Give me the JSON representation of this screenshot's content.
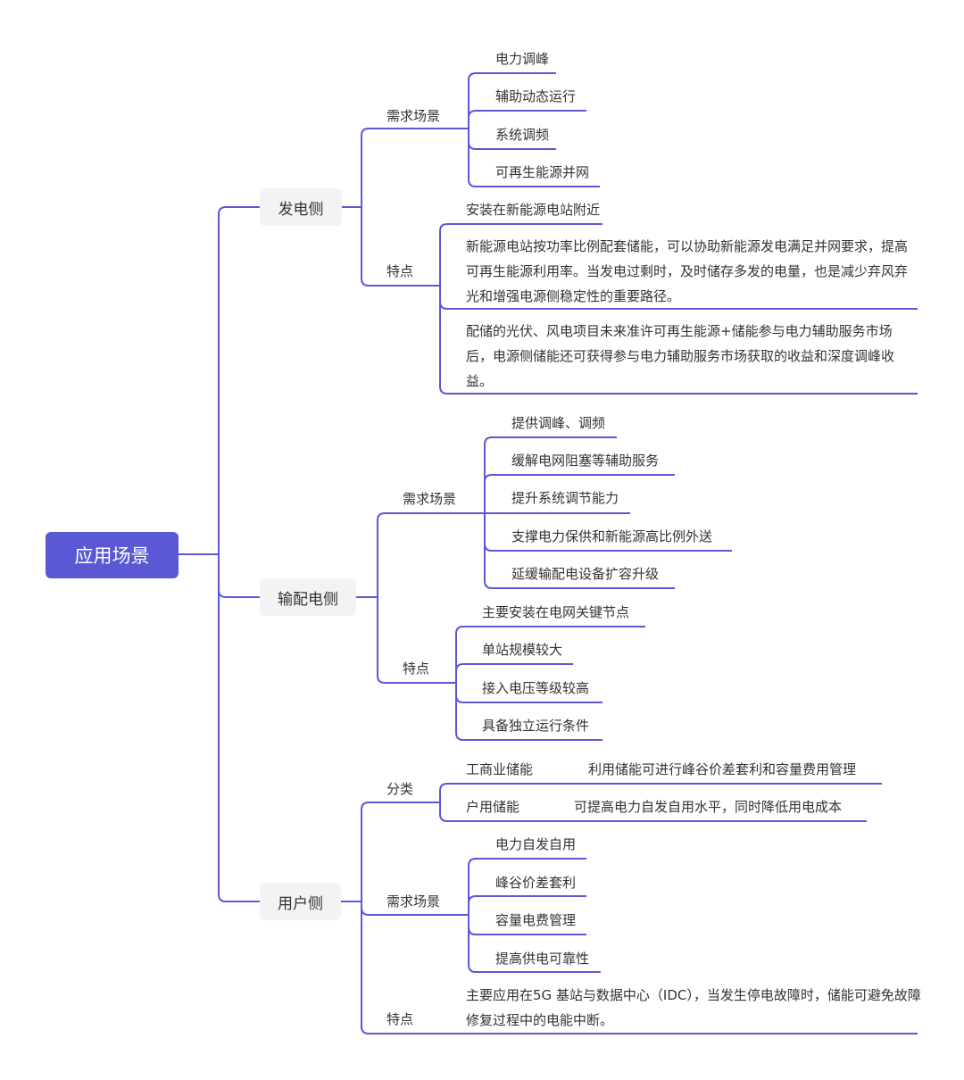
{
  "root": {
    "label": "应用场景"
  },
  "line_color": "#5b58d6",
  "branches": [
    {
      "label": "发电侧",
      "groups": [
        {
          "label": "需求场景",
          "items": [
            "电力调峰",
            "辅助动态运行",
            "系统调频",
            "可再生能源并网"
          ]
        },
        {
          "label": "特点",
          "items": [
            "安装在新能源电站附近",
            "新能源电站按功率比例配套储能，可以协助新能源发电满足并网要求，提高可再生能源利用率。当发电过剩时，及时储存多发的电量，也是减少弃风弃光和增强电源侧稳定性的重要路径。",
            "配储的光伏、风电项目未来准许可再生能源+储能参与电力辅助服务市场后，电源侧储能还可获得参与电力辅助服务市场获取的收益和深度调峰收益。"
          ]
        }
      ]
    },
    {
      "label": "输配电侧",
      "groups": [
        {
          "label": "需求场景",
          "items": [
            "提供调峰、调频",
            "缓解电网阻塞等辅助服务",
            "提升系统调节能力",
            "支撑电力保供和新能源高比例外送",
            "延缓输配电设备扩容升级"
          ]
        },
        {
          "label": "特点",
          "items": [
            "主要安装在电网关键节点",
            "单站规模较大",
            "接入电压等级较高",
            "具备独立运行条件"
          ]
        }
      ]
    },
    {
      "label": "用户侧",
      "groups": [
        {
          "label": "分类",
          "items": [
            {
              "name": "工商业储能",
              "desc": "利用储能可进行峰谷价差套利和容量费用管理"
            },
            {
              "name": "户用储能",
              "desc": "可提高电力自发自用水平，同时降低用电成本"
            }
          ]
        },
        {
          "label": "需求场景",
          "items": [
            "电力自发自用",
            "峰谷价差套利",
            "容量电费管理",
            "提高供电可靠性"
          ]
        },
        {
          "label": "特点",
          "items": [
            "主要应用在5G 基站与数据中心（IDC），当发生停电故障时，储能可避免故障修复过程中的电能中断。"
          ]
        }
      ]
    }
  ]
}
